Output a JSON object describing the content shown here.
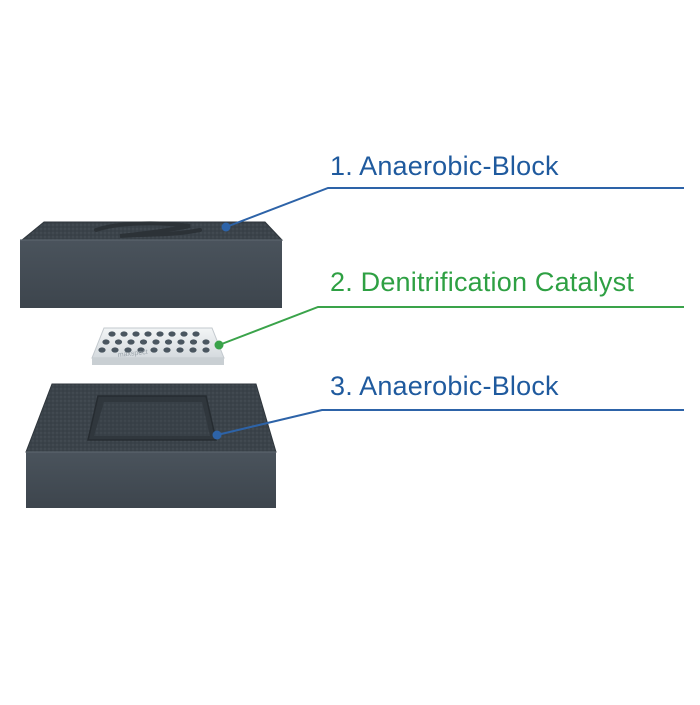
{
  "labels": [
    {
      "text": "1. Anaerobic-Block",
      "color": "#1f5a9e",
      "part": "top-block"
    },
    {
      "text": "2. Denitrification Catalyst",
      "color": "#2ea043",
      "part": "catalyst"
    },
    {
      "text": "3. Anaerobic-Block",
      "color": "#1f5a9e",
      "part": "bottom-block"
    }
  ],
  "catalyst_logo_text": "maxspect",
  "colors": {
    "block_dark": "#3e4750",
    "block_side": "#444d56",
    "block_top": "#3a4249",
    "catalyst_plate": "#e3e7ea",
    "blue_leader": "#2d63a8",
    "green_leader": "#3aa34a"
  }
}
